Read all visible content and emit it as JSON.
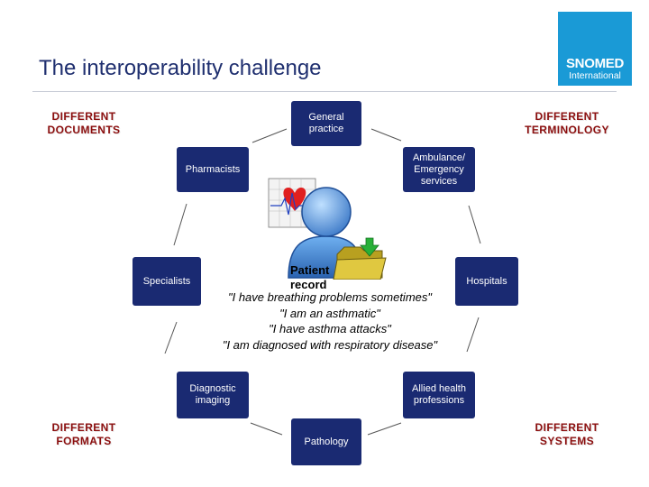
{
  "title": "The interoperability challenge",
  "logo": {
    "line1": "SNOMED",
    "line2": "International",
    "color": "#1a9ad6"
  },
  "corners": {
    "top_left": [
      "DIFFERENT",
      "DOCUMENTS"
    ],
    "top_right": [
      "DIFFERENT",
      "TERMINOLOGY"
    ],
    "bottom_left": [
      "DIFFERENT",
      "FORMATS"
    ],
    "bottom_right": [
      "DIFFERENT",
      "SYSTEMS"
    ]
  },
  "nodes": {
    "general_practice": "General practice",
    "ambulance": "Ambulance/ Emergency services",
    "hospitals": "Hospitals",
    "allied_health": "Allied health professions",
    "pathology": "Pathology",
    "diagnostic_imaging": "Diagnostic imaging",
    "specialists": "Specialists",
    "pharmacists": "Pharmacists"
  },
  "patient_record": {
    "label_line1": "Patient",
    "label_line2": "record",
    "quotes": [
      "\"I have breathing problems sometimes\"",
      "\"I am an asthmatic\"",
      "\"I have asthma attacks\"",
      "\"I am diagnosed with respiratory disease\""
    ]
  },
  "colors": {
    "node": "#1a2a72",
    "corner_text": "#8b0e0e",
    "title": "#1f2f6f"
  }
}
